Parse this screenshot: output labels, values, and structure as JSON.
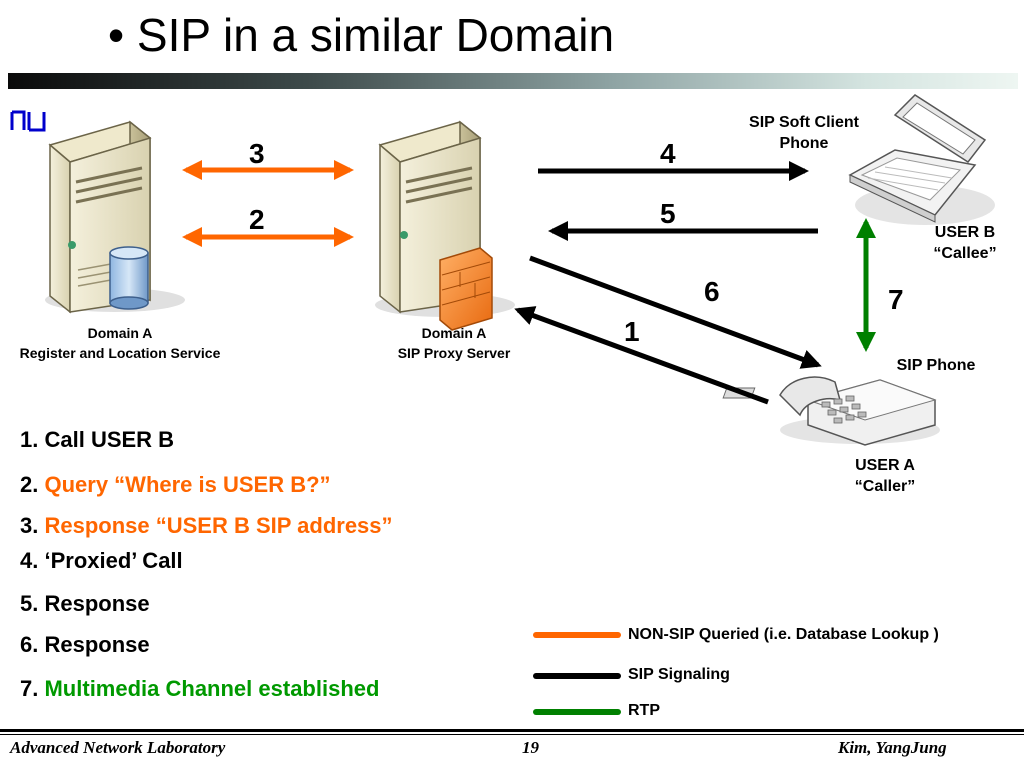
{
  "title": "• SIP in a similar Domain",
  "logo": {
    "icon": "lab-logo-icon",
    "color": "#0000cc"
  },
  "devices": {
    "register_server": {
      "line1": "Domain A",
      "line2": "Register and Location Service"
    },
    "proxy_server": {
      "line1": "Domain A",
      "line2": "SIP Proxy Server"
    },
    "soft_client": {
      "line1": "SIP Soft Client",
      "line2": "Phone",
      "user": "USER B",
      "role": "“Callee”"
    },
    "sip_phone": {
      "label": "SIP Phone",
      "user": "USER A",
      "role": "“Caller”"
    }
  },
  "arrow_numbers": {
    "n1": "1",
    "n2": "2",
    "n3": "3",
    "n4": "4",
    "n5": "5",
    "n6": "6",
    "n7": "7"
  },
  "steps": [
    {
      "num": "1.",
      "text": "Call USER B",
      "color": "#000000"
    },
    {
      "num": "2.",
      "text": "Query “Where is USER B?”",
      "color": "#ff6600"
    },
    {
      "num": "3.",
      "text": "Response “USER B SIP address”",
      "color": "#ff6600"
    },
    {
      "num": "4.",
      "text": "‘Proxied’ Call",
      "color": "#000000"
    },
    {
      "num": "5.",
      "text": "Response",
      "color": "#000000"
    },
    {
      "num": "6.",
      "text": "Response",
      "color": "#000000"
    },
    {
      "num": "7.",
      "text": "Multimedia Channel established",
      "color": "#009900"
    }
  ],
  "legend": [
    {
      "label": "NON-SIP Queried (i.e. Database Lookup )",
      "color": "#ff6600"
    },
    {
      "label": "SIP Signaling",
      "color": "#000000"
    },
    {
      "label": "RTP",
      "color": "#008000"
    }
  ],
  "footer": {
    "left": "Advanced Network Laboratory",
    "center": "19",
    "right": "Kim, YangJung"
  }
}
